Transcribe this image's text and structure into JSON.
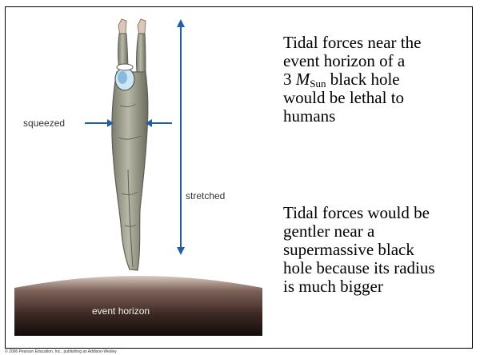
{
  "figure": {
    "label_squeezed": "squeezed",
    "label_stretched": "stretched",
    "label_event_horizon": "event horizon",
    "credit": "© 2006 Pearson Education, Inc., publishing as Addison-Wesley"
  },
  "text": {
    "block1_lines": {
      "l1": "Tidal forces near the",
      "l2": "event horizon of a",
      "l3_num": "3",
      "l3_sym": "M",
      "l3_sub": "Sun",
      "l3_rest": "black hole",
      "l4": "would be lethal to",
      "l5": "humans"
    },
    "block2_lines": {
      "l1": "Tidal forces would be",
      "l2": "gentler near a",
      "l3": "supermassive black",
      "l4": "hole because its radius",
      "l5": "is much bigger"
    }
  },
  "colors": {
    "arrow": "#1f5fa8",
    "horizon_top": "#c9b8ad",
    "horizon_bottom": "#1a120f",
    "figure_body": "#9a9a8a"
  }
}
